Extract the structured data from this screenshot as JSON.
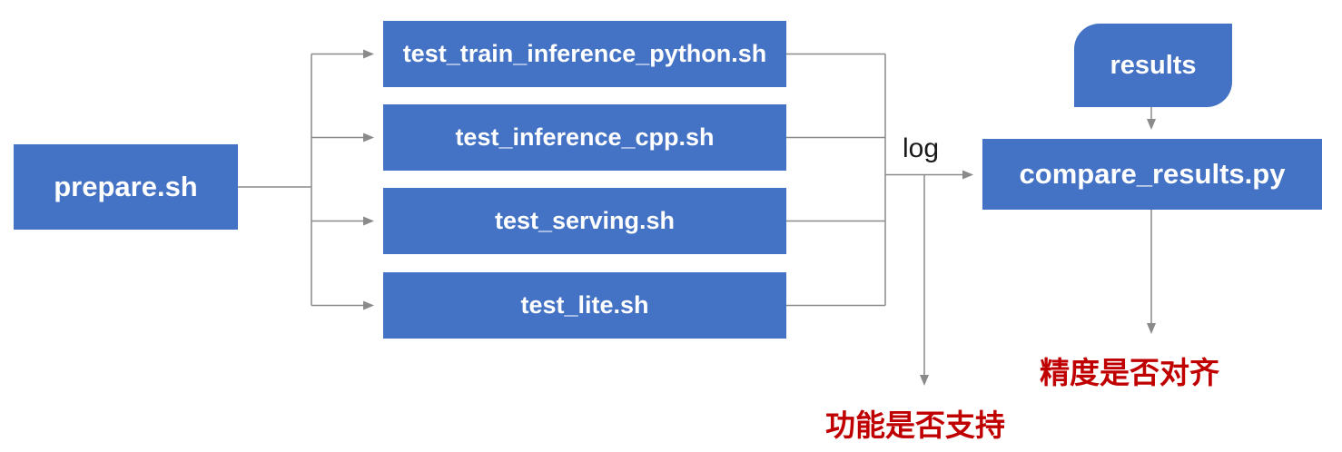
{
  "diagram": {
    "colors": {
      "node_fill": "#4472C4",
      "node_text": "#ffffff",
      "connector": "#8a8a8a",
      "log_text": "#1a1a1a",
      "red_text": "#c00000",
      "background": "#ffffff"
    },
    "nodes": {
      "prepare": {
        "label": "prepare.sh"
      },
      "tests": [
        {
          "label": "test_train_inference_python.sh"
        },
        {
          "label": "test_inference_cpp.sh"
        },
        {
          "label": "test_serving.sh"
        },
        {
          "label": "test_lite.sh"
        }
      ],
      "results": {
        "label": "results"
      },
      "compare": {
        "label": "compare_results.py"
      }
    },
    "labels": {
      "log": "log",
      "precision_check": "精度是否对齐",
      "feature_check": "功能是否支持"
    }
  }
}
